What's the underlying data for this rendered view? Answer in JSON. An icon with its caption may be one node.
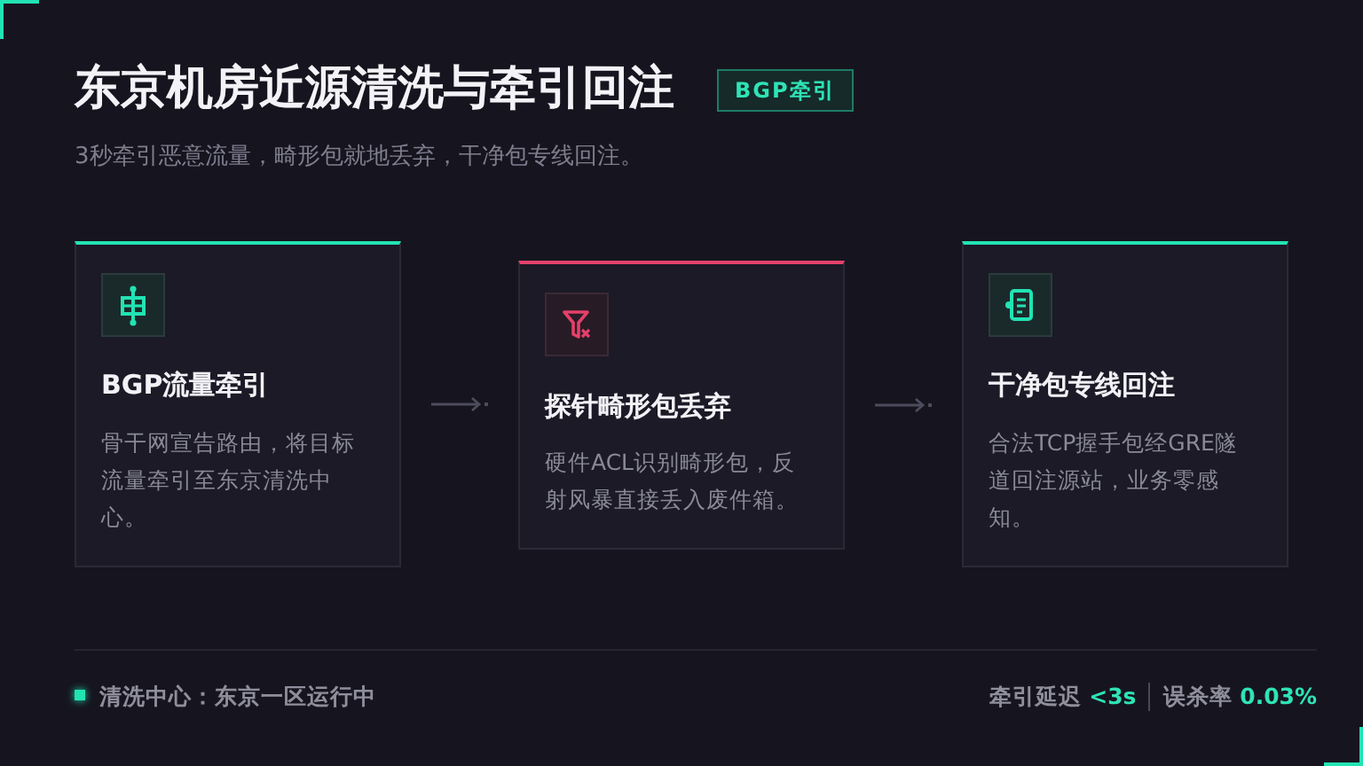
{
  "diagram": {
    "title": "东京机房近源清洗与牵引回注",
    "nodes": [
      {
        "text": [
          "BGP流量牵引",
          "骨干网宣告路由，将目标流量牵引至东京清洗中心。"
        ]
      },
      {
        "text": [
          "探针畸形包丢弃",
          "硬件ACL识别畸形包，反射风暴直接丢入废件箱。"
        ]
      },
      {
        "text": [
          "干净包专线回注",
          "合法TCP握手包经GRE隧道回注源站，业务零感知。"
        ]
      }
    ],
    "edges": [
      {
        "from": 0,
        "to": 1,
        "arrow": "to"
      },
      {
        "from": 1,
        "to": 2,
        "arrow": "to"
      }
    ],
    "labels": [
      "BGP牵引",
      "3秒牵引恶意流量，畸形包就地丢弃，干净包专线回注。",
      "清洗中心：东京一区运行中",
      "牵引延迟 **<3s**",
      "误杀率 **0.03%**"
    ]
  }
}
